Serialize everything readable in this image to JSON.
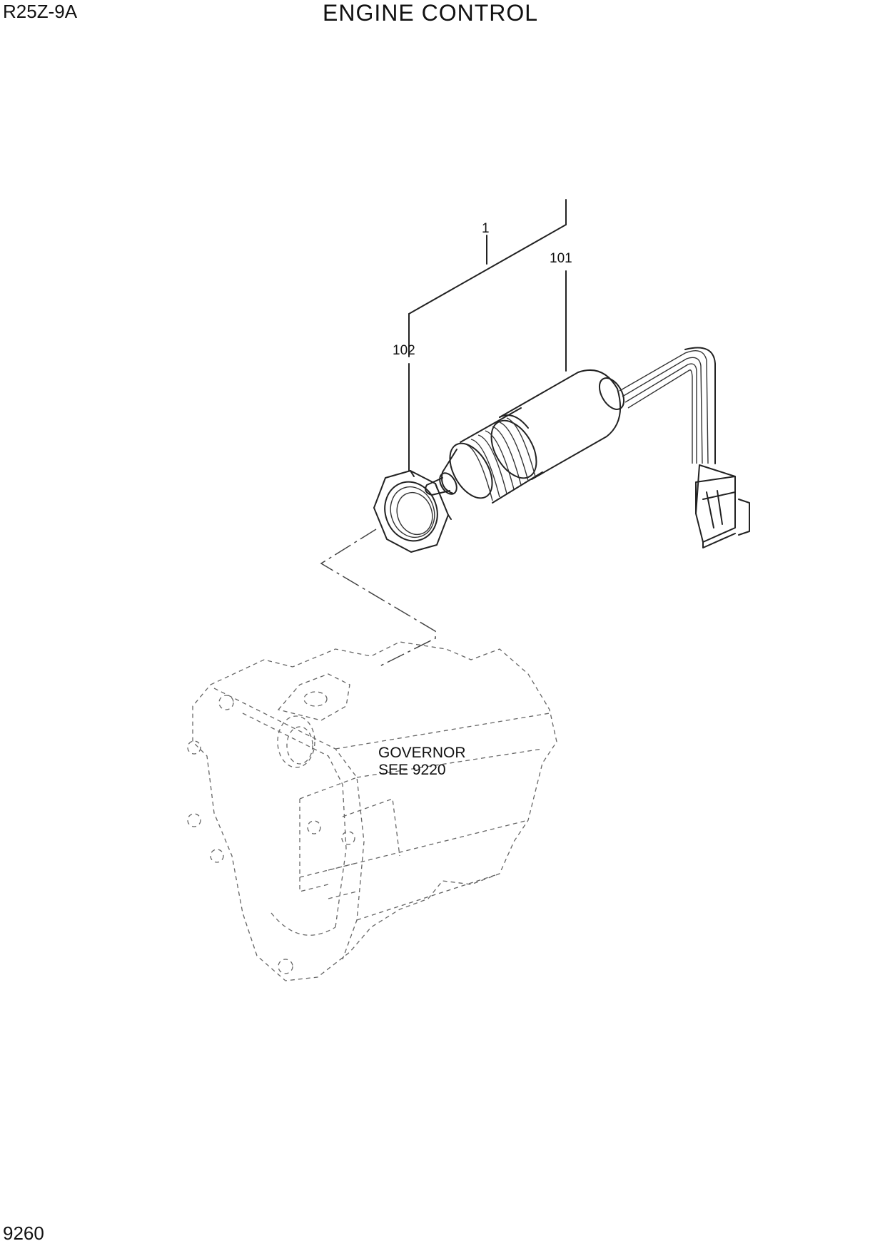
{
  "header": {
    "model": "R25Z-9A",
    "title": "ENGINE CONTROL"
  },
  "footer": {
    "page_number": "9260"
  },
  "diagram": {
    "callouts": [
      {
        "id": "assembly",
        "label": "1"
      },
      {
        "id": "solenoid",
        "label": "101"
      },
      {
        "id": "nut",
        "label": "102"
      }
    ],
    "note_line1": "GOVERNOR",
    "note_line2": "SEE 9220"
  }
}
